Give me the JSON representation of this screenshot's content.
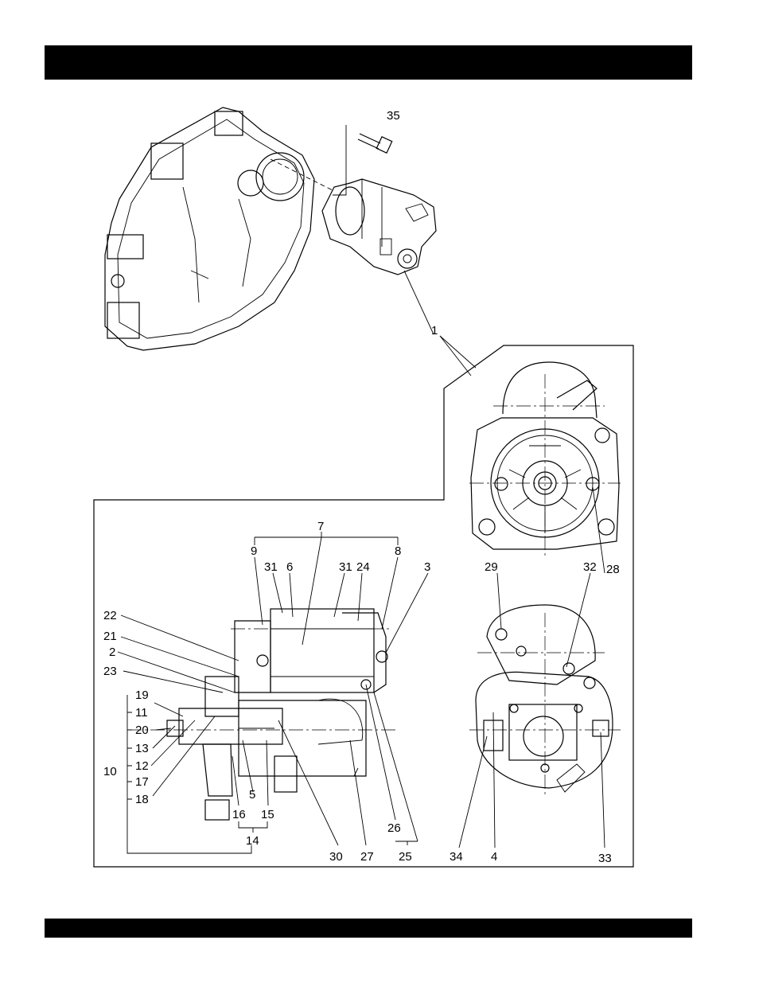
{
  "header": {
    "title": ""
  },
  "footer": {
    "text": ""
  },
  "labels": {
    "l1": "1",
    "l2": "2",
    "l3": "3",
    "l4": "4",
    "l5": "5",
    "l6": "6",
    "l7": "7",
    "l8": "8",
    "l9": "9",
    "l10": "10",
    "l11": "11",
    "l12": "12",
    "l13": "13",
    "l14": "14",
    "l15": "15",
    "l16": "16",
    "l17": "17",
    "l18": "18",
    "l19": "19",
    "l20": "20",
    "l21": "21",
    "l22": "22",
    "l23": "23",
    "l24": "24",
    "l25": "25",
    "l26": "26",
    "l27": "27",
    "l28": "28",
    "l29": "29",
    "l30": "30",
    "l31a": "31",
    "l31b": "31",
    "l32": "32",
    "l33": "33",
    "l34": "34",
    "l35": "35"
  }
}
